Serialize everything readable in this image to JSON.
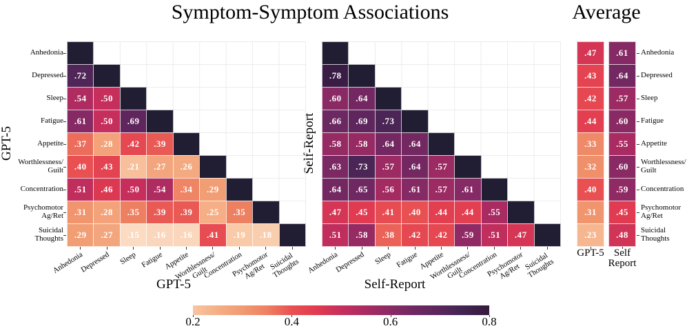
{
  "titles": {
    "main": "Symptom-Symptom Associations",
    "average": "Average"
  },
  "colors": {
    "diagonal": "#211e34",
    "grid_line": "#ececec",
    "cell_border": "rgba(255,255,255,0.75)",
    "value_text": "#ffffff",
    "label_text": "#000000",
    "colormap": [
      {
        "v": 0.15,
        "c": "#fbdcc3"
      },
      {
        "v": 0.2,
        "c": "#f8c5a0"
      },
      {
        "v": 0.25,
        "c": "#f5ae85"
      },
      {
        "v": 0.3,
        "c": "#f19a71"
      },
      {
        "v": 0.35,
        "c": "#ee8062"
      },
      {
        "v": 0.4,
        "c": "#e95052"
      },
      {
        "v": 0.45,
        "c": "#e03b50"
      },
      {
        "v": 0.5,
        "c": "#c62f5c"
      },
      {
        "v": 0.55,
        "c": "#a92b62"
      },
      {
        "v": 0.6,
        "c": "#8a2a64"
      },
      {
        "v": 0.65,
        "c": "#6f2862"
      },
      {
        "v": 0.7,
        "c": "#5a265c"
      },
      {
        "v": 0.75,
        "c": "#402450"
      },
      {
        "v": 0.8,
        "c": "#35193e"
      }
    ]
  },
  "chart_data": {
    "type": "heatmap",
    "categories": [
      "Anhedonia",
      "Depressed",
      "Sleep",
      "Fatigue",
      "Appetite",
      "Worthlessness/\nGuilt",
      "Concentration",
      "Psychomotor\nAg/Ret",
      "Suicidal\nThoughts"
    ],
    "panels": [
      {
        "id": "gpt5",
        "x_title": "GPT-5",
        "y_title": "GPT-5",
        "triangle": [
          [],
          [
            0.72
          ],
          [
            0.54,
            0.5
          ],
          [
            0.61,
            0.5,
            0.69
          ],
          [
            0.37,
            0.28,
            0.42,
            0.39
          ],
          [
            0.4,
            0.43,
            0.21,
            0.27,
            0.26
          ],
          [
            0.51,
            0.46,
            0.5,
            0.54,
            0.34,
            0.29
          ],
          [
            0.31,
            0.28,
            0.35,
            0.39,
            0.39,
            0.25,
            0.35
          ],
          [
            0.29,
            0.27,
            0.15,
            0.16,
            0.16,
            0.41,
            0.19,
            0.18
          ]
        ]
      },
      {
        "id": "self-report",
        "x_title": "Self-Report",
        "y_title": "Self-Report",
        "triangle": [
          [],
          [
            0.78
          ],
          [
            0.6,
            0.64
          ],
          [
            0.66,
            0.69,
            0.73
          ],
          [
            0.58,
            0.58,
            0.64,
            0.64
          ],
          [
            0.63,
            0.73,
            0.57,
            0.64,
            0.57
          ],
          [
            0.64,
            0.65,
            0.56,
            0.61,
            0.57,
            0.61
          ],
          [
            0.47,
            0.45,
            0.41,
            0.4,
            0.44,
            0.44,
            0.55
          ],
          [
            0.51,
            0.58,
            0.38,
            0.42,
            0.42,
            0.59,
            0.51,
            0.47
          ]
        ]
      }
    ],
    "average": {
      "columns": [
        "GPT-5",
        "Self\nReport"
      ],
      "series": [
        {
          "name": "GPT-5",
          "values": [
            0.47,
            0.43,
            0.42,
            0.44,
            0.33,
            0.32,
            0.4,
            0.31,
            0.23
          ]
        },
        {
          "name": "Self Report",
          "values": [
            0.61,
            0.64,
            0.57,
            0.6,
            0.55,
            0.6,
            0.59,
            0.45,
            0.48
          ]
        }
      ]
    },
    "colorbar": {
      "min": 0.2,
      "max": 0.8,
      "ticks": [
        "0.2",
        "0.4",
        "0.6",
        "0.8"
      ]
    },
    "value_format": "two-decimal, leading dot (e.g. .72)"
  }
}
